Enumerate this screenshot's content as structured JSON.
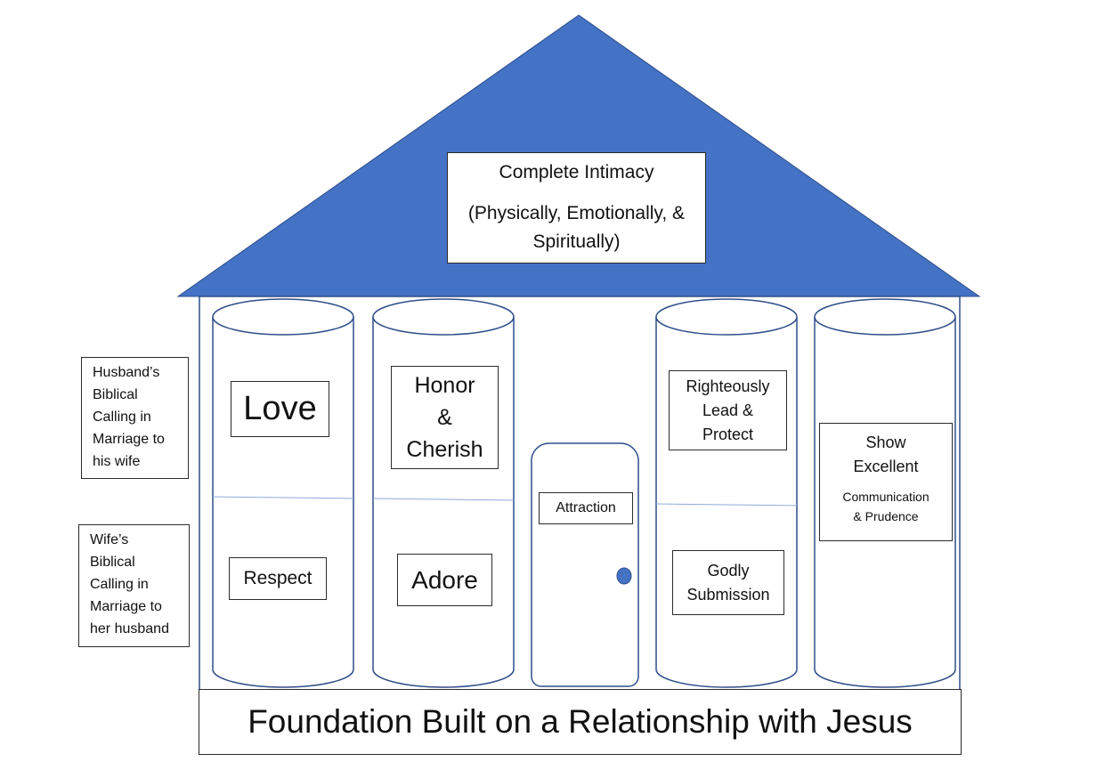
{
  "colors": {
    "roof": "#4472C4",
    "outline": "#2F4E8A",
    "divider": "#8FAADC",
    "door_knob": "#4472C4"
  },
  "roof": {
    "title": "Complete Intimacy",
    "subtitle_line1": "(Physically, Emotionally, &",
    "subtitle_line2": "Spiritually)"
  },
  "side_labels": {
    "husband": [
      "Husband’s",
      "Biblical",
      "Calling in",
      "Marriage to",
      "his wife"
    ],
    "wife": [
      "Wife’s",
      "Biblical",
      "Calling in",
      "Marriage to",
      "her husband"
    ]
  },
  "pillars": {
    "p1_top": "Love",
    "p1_bottom": "Respect",
    "p2_top": [
      "Honor",
      "&",
      "Cherish"
    ],
    "p2_bottom": "Adore",
    "door": "Attraction",
    "p4_top": [
      "Righteously",
      "Lead &",
      "Protect"
    ],
    "p4_bottom": [
      "Godly",
      "Submission"
    ],
    "p5": {
      "line1": "Show",
      "line2": "Excellent",
      "line3": "Communication",
      "line4": "& Prudence"
    }
  },
  "foundation": "Foundation Built on a Relationship with Jesus"
}
